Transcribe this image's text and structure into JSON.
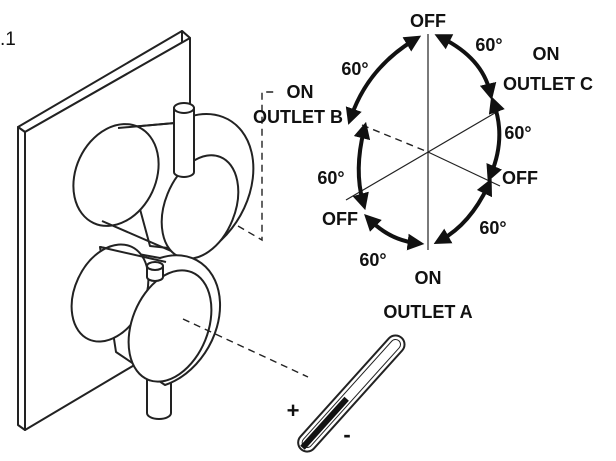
{
  "figure_number": ".1",
  "dial": {
    "off_top": "OFF",
    "on_c_line1": "ON",
    "on_c_line2": "OUTLET C",
    "on_b_line1": "ON",
    "on_b_line2": "OUTLET B",
    "off_right": "OFF",
    "off_left": "OFF",
    "on_a_line1": "ON",
    "on_a_line2": "OUTLET A",
    "angle_top_right": "60°",
    "angle_top_left": "60°",
    "angle_right": "60°",
    "angle_left": "60°",
    "angle_bottom_right": "60°",
    "angle_bottom_left": "60°"
  },
  "thermometer": {
    "plus": "+",
    "minus": "-"
  },
  "icons": [
    "shower-valve-illustration",
    "thermometer-icon",
    "rotation-arrow-icon"
  ]
}
